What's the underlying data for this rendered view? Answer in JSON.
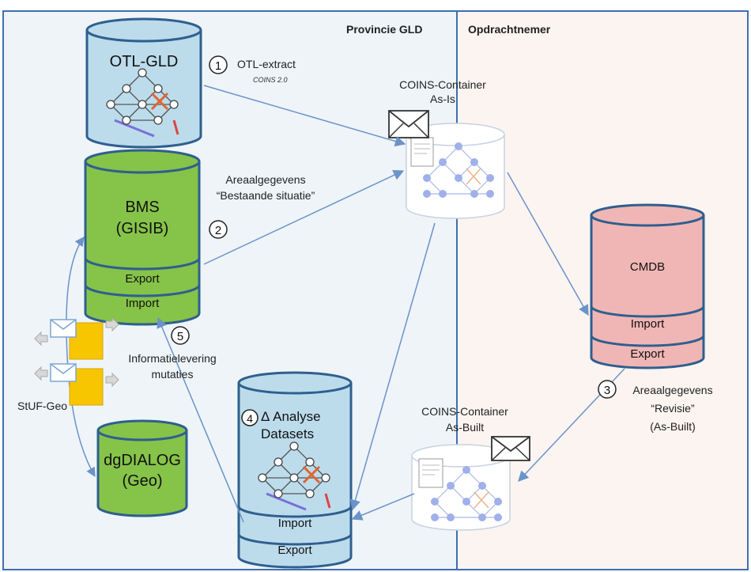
{
  "panels": {
    "left_title": "Provincie GLD",
    "right_title": "Opdrachtnemer"
  },
  "databases": {
    "otl": {
      "label": "OTL-GLD"
    },
    "bms": {
      "label_line1": "BMS",
      "label_line2": "(GISIB)",
      "export": "Export",
      "import": "Import"
    },
    "analyse": {
      "label_line1": "Δ Analyse",
      "label_line2": "Datasets",
      "import": "Import",
      "export": "Export"
    },
    "dgdialog": {
      "label_line1": "dgDIALOG",
      "label_line2": "(Geo)"
    },
    "cmdb": {
      "label": "CMDB",
      "import": "Import",
      "export": "Export"
    }
  },
  "containers": {
    "asis": {
      "line1": "COINS-Container",
      "line2": "As-Is"
    },
    "asbuilt": {
      "line1": "COINS-Container",
      "line2": "As-Built"
    }
  },
  "steps": {
    "s1": {
      "number": "1",
      "label": "OTL-extract",
      "sublabel": "COINS 2.0"
    },
    "s2": {
      "number": "2",
      "line1": "Areaalgegevens",
      "line2": "“Bestaande situatie”"
    },
    "s3": {
      "number": "3",
      "line1": "Areaalgegevens",
      "line2": "“Revisie”",
      "line3": "(As-Built)"
    },
    "s4": {
      "number": "4"
    },
    "s5": {
      "number": "5",
      "line1": "Informatielevering",
      "line2": "mutaties"
    }
  },
  "stuf": {
    "label": "StUF-Geo"
  },
  "colors": {
    "left_panel_bg": "#eef4f8",
    "right_panel_bg": "#fbf4f1",
    "panel_border": "#3f6fb0",
    "otl_fill": "#bcdcec",
    "green_fill": "#86c349",
    "cmdb_fill": "#f0b6b5",
    "arrow": "#6b93c9"
  }
}
